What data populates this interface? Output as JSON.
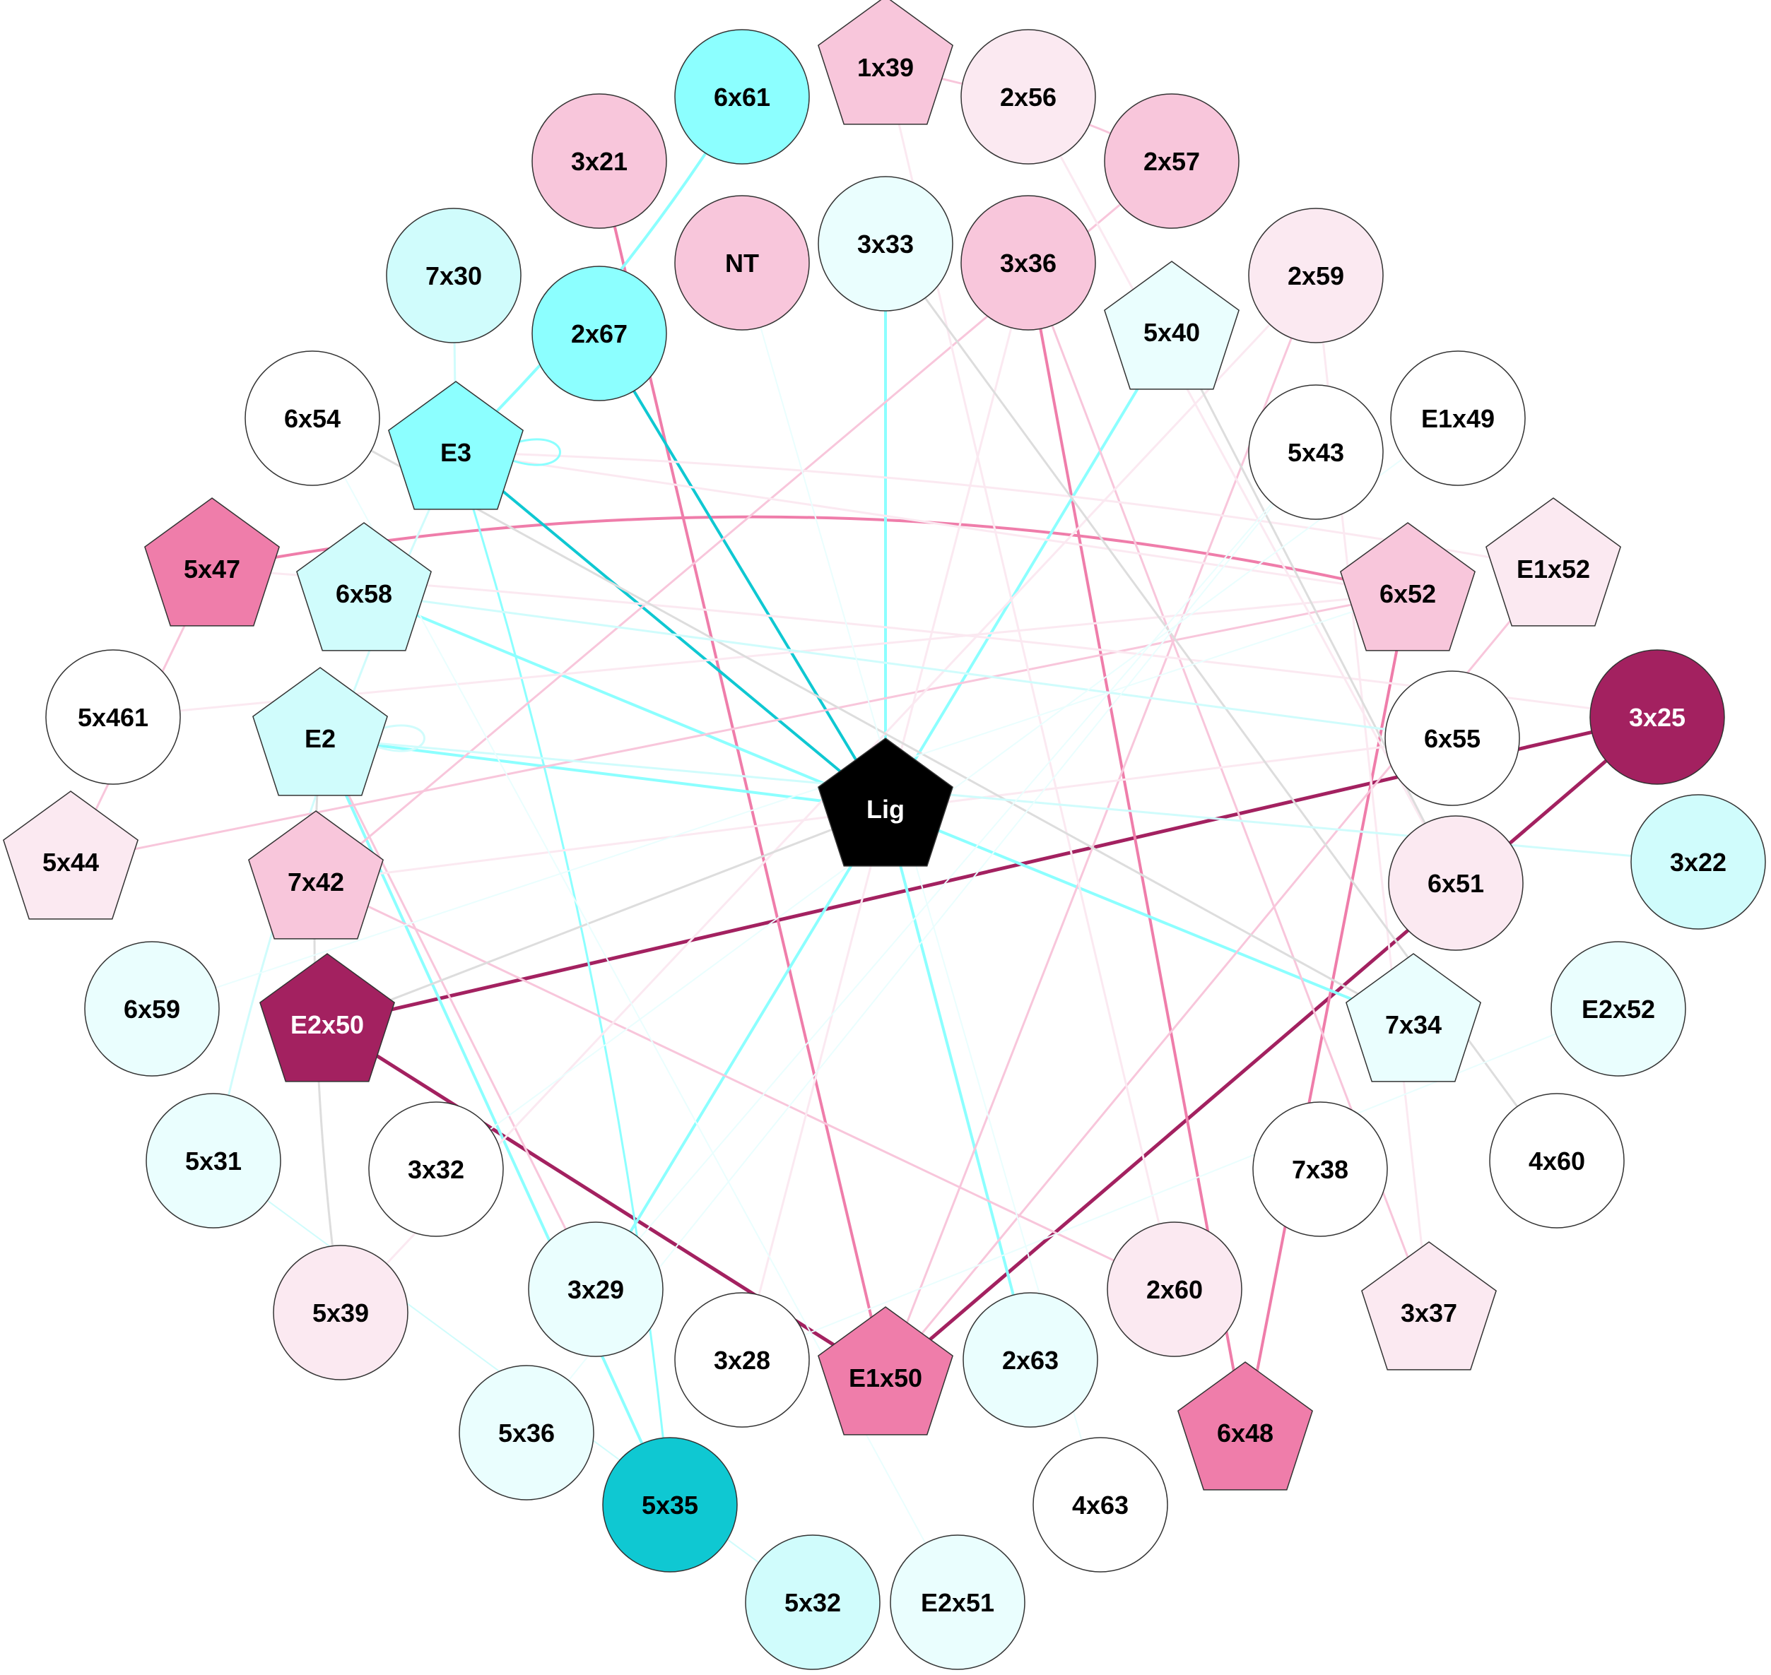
{
  "colors": {
    "white": "#ffffff",
    "cyan_pale": "#eafefe",
    "cyan_light": "#d0fcfc",
    "cyan": "#8cffff",
    "cyan_dark": "#0fc8d2",
    "pink_pale": "#fbe9f1",
    "pink_light": "#f8c6db",
    "pink": "#ef7daa",
    "magenta": "#a32160",
    "black": "#000000",
    "grey_edge": "#dddddd",
    "stroke": "#333333"
  },
  "nodes": [
    {
      "id": "Lig",
      "label": "Lig",
      "shape": "pentagon",
      "fill": "black",
      "text": "white"
    },
    {
      "id": "1x39",
      "label": "1x39",
      "shape": "pentagon",
      "fill": "pink_light"
    },
    {
      "id": "6x61",
      "label": "6x61",
      "shape": "circle",
      "fill": "cyan"
    },
    {
      "id": "2x56",
      "label": "2x56",
      "shape": "circle",
      "fill": "pink_pale"
    },
    {
      "id": "3x21",
      "label": "3x21",
      "shape": "circle",
      "fill": "pink_light"
    },
    {
      "id": "2x57",
      "label": "2x57",
      "shape": "circle",
      "fill": "pink_light"
    },
    {
      "id": "NT",
      "label": "NT",
      "shape": "circle",
      "fill": "pink_light"
    },
    {
      "id": "3x33",
      "label": "3x33",
      "shape": "circle",
      "fill": "cyan_pale"
    },
    {
      "id": "3x36",
      "label": "3x36",
      "shape": "circle",
      "fill": "pink_light"
    },
    {
      "id": "7x30",
      "label": "7x30",
      "shape": "circle",
      "fill": "cyan_light"
    },
    {
      "id": "2x67",
      "label": "2x67",
      "shape": "circle",
      "fill": "cyan"
    },
    {
      "id": "2x59",
      "label": "2x59",
      "shape": "circle",
      "fill": "pink_pale"
    },
    {
      "id": "5x40",
      "label": "5x40",
      "shape": "pentagon",
      "fill": "cyan_pale"
    },
    {
      "id": "6x54",
      "label": "6x54",
      "shape": "circle",
      "fill": "white"
    },
    {
      "id": "E3",
      "label": "E3",
      "shape": "pentagon",
      "fill": "cyan"
    },
    {
      "id": "5x43",
      "label": "5x43",
      "shape": "circle",
      "fill": "white"
    },
    {
      "id": "E1x49",
      "label": "E1x49",
      "shape": "circle",
      "fill": "white"
    },
    {
      "id": "5x47",
      "label": "5x47",
      "shape": "pentagon",
      "fill": "pink"
    },
    {
      "id": "6x58",
      "label": "6x58",
      "shape": "pentagon",
      "fill": "cyan_light"
    },
    {
      "id": "6x52",
      "label": "6x52",
      "shape": "pentagon",
      "fill": "pink_light"
    },
    {
      "id": "E1x52",
      "label": "E1x52",
      "shape": "pentagon",
      "fill": "pink_pale"
    },
    {
      "id": "5x461",
      "label": "5x461",
      "shape": "circle",
      "fill": "white"
    },
    {
      "id": "E2",
      "label": "E2",
      "shape": "pentagon",
      "fill": "cyan_light"
    },
    {
      "id": "6x55",
      "label": "6x55",
      "shape": "circle",
      "fill": "white"
    },
    {
      "id": "3x25",
      "label": "3x25",
      "shape": "circle",
      "fill": "magenta",
      "text": "white"
    },
    {
      "id": "5x44",
      "label": "5x44",
      "shape": "pentagon",
      "fill": "pink_pale"
    },
    {
      "id": "7x42",
      "label": "7x42",
      "shape": "pentagon",
      "fill": "pink_light"
    },
    {
      "id": "6x51",
      "label": "6x51",
      "shape": "circle",
      "fill": "pink_pale"
    },
    {
      "id": "3x22",
      "label": "3x22",
      "shape": "circle",
      "fill": "cyan_light"
    },
    {
      "id": "6x59",
      "label": "6x59",
      "shape": "circle",
      "fill": "cyan_pale"
    },
    {
      "id": "E2x50",
      "label": "E2x50",
      "shape": "pentagon",
      "fill": "magenta",
      "text": "white"
    },
    {
      "id": "E2x52",
      "label": "E2x52",
      "shape": "circle",
      "fill": "cyan_pale"
    },
    {
      "id": "7x34",
      "label": "7x34",
      "shape": "pentagon",
      "fill": "cyan_pale"
    },
    {
      "id": "5x31",
      "label": "5x31",
      "shape": "circle",
      "fill": "cyan_pale"
    },
    {
      "id": "3x32",
      "label": "3x32",
      "shape": "circle",
      "fill": "white"
    },
    {
      "id": "7x38",
      "label": "7x38",
      "shape": "circle",
      "fill": "white"
    },
    {
      "id": "4x60",
      "label": "4x60",
      "shape": "circle",
      "fill": "white"
    },
    {
      "id": "3x29",
      "label": "3x29",
      "shape": "circle",
      "fill": "cyan_pale"
    },
    {
      "id": "2x60",
      "label": "2x60",
      "shape": "circle",
      "fill": "pink_pale"
    },
    {
      "id": "5x39",
      "label": "5x39",
      "shape": "circle",
      "fill": "pink_pale"
    },
    {
      "id": "3x37",
      "label": "3x37",
      "shape": "pentagon",
      "fill": "pink_pale"
    },
    {
      "id": "3x28",
      "label": "3x28",
      "shape": "circle",
      "fill": "white"
    },
    {
      "id": "E1x50",
      "label": "E1x50",
      "shape": "pentagon",
      "fill": "pink"
    },
    {
      "id": "2x63",
      "label": "2x63",
      "shape": "circle",
      "fill": "cyan_pale"
    },
    {
      "id": "5x36",
      "label": "5x36",
      "shape": "circle",
      "fill": "cyan_pale"
    },
    {
      "id": "6x48",
      "label": "6x48",
      "shape": "pentagon",
      "fill": "pink"
    },
    {
      "id": "5x35",
      "label": "5x35",
      "shape": "circle",
      "fill": "cyan_dark"
    },
    {
      "id": "4x63",
      "label": "4x63",
      "shape": "circle",
      "fill": "white"
    },
    {
      "id": "5x32",
      "label": "5x32",
      "shape": "circle",
      "fill": "cyan_light"
    },
    {
      "id": "E2x51",
      "label": "E2x51",
      "shape": "circle",
      "fill": "cyan_pale"
    }
  ],
  "edges": [
    {
      "from": "3x25",
      "to": "E2x50",
      "color": "magenta",
      "weight": 5
    },
    {
      "from": "3x25",
      "to": "E1x50",
      "color": "magenta",
      "weight": 5
    },
    {
      "from": "E2x50",
      "to": "E1x50",
      "color": "magenta",
      "weight": 5
    },
    {
      "from": "5x47",
      "to": "6x52",
      "color": "pink",
      "weight": 4,
      "curve": -180
    },
    {
      "from": "3x21",
      "to": "E1x50",
      "color": "pink",
      "weight": 4
    },
    {
      "from": "3x36",
      "to": "6x48",
      "color": "pink",
      "weight": 4
    },
    {
      "from": "6x52",
      "to": "6x48",
      "color": "pink",
      "weight": 4
    },
    {
      "from": "2x67",
      "to": "Lig",
      "color": "cyan_dark",
      "weight": 4
    },
    {
      "from": "E3",
      "to": "Lig",
      "color": "cyan_dark",
      "weight": 4
    },
    {
      "from": "E3",
      "to": "6x61",
      "color": "cyan",
      "weight": 4,
      "curve": 40
    },
    {
      "from": "3x33",
      "to": "Lig",
      "color": "cyan",
      "weight": 4
    },
    {
      "from": "5x40",
      "to": "Lig",
      "color": "cyan",
      "weight": 4
    },
    {
      "from": "6x58",
      "to": "Lig",
      "color": "cyan",
      "weight": 4
    },
    {
      "from": "E2",
      "to": "Lig",
      "color": "cyan",
      "weight": 4
    },
    {
      "from": "Lig",
      "to": "7x34",
      "color": "cyan",
      "weight": 4
    },
    {
      "from": "Lig",
      "to": "2x63",
      "color": "cyan",
      "weight": 4
    },
    {
      "from": "Lig",
      "to": "3x29",
      "color": "cyan",
      "weight": 4
    },
    {
      "from": "E2",
      "to": "5x35",
      "color": "cyan",
      "weight": 4
    },
    {
      "from": "5x35",
      "to": "E3",
      "color": "cyan",
      "weight": 3,
      "curve": 80
    },
    {
      "from": "7x30",
      "to": "E3",
      "color": "cyan_light",
      "weight": 3
    },
    {
      "from": "E3",
      "to": "5x31",
      "color": "cyan_light",
      "weight": 3,
      "curve": 60
    },
    {
      "from": "1x39",
      "to": "2x57",
      "color": "pink_light",
      "weight": 3,
      "curve": -30
    },
    {
      "from": "2x57",
      "to": "7x42",
      "color": "pink_light",
      "weight": 3
    },
    {
      "from": "5x44",
      "to": "6x52",
      "color": "pink_light",
      "weight": 3
    },
    {
      "from": "5x47",
      "to": "5x44",
      "color": "pink_light",
      "weight": 3
    },
    {
      "from": "E1x52",
      "to": "E1x50",
      "color": "pink_light",
      "weight": 3
    },
    {
      "from": "7x42",
      "to": "2x60",
      "color": "pink_light",
      "weight": 3
    },
    {
      "from": "2x59",
      "to": "E1x50",
      "color": "pink_light",
      "weight": 3
    },
    {
      "from": "3x36",
      "to": "3x37",
      "color": "pink_light",
      "weight": 3
    },
    {
      "from": "E2",
      "to": "3x29",
      "color": "pink_light",
      "weight": 3
    },
    {
      "from": "3x36",
      "to": "3x28",
      "color": "pink_pale",
      "weight": 3
    },
    {
      "from": "5x461",
      "to": "6x52",
      "color": "pink_pale",
      "weight": 3
    },
    {
      "from": "2x59",
      "to": "3x37",
      "color": "pink_pale",
      "weight": 3
    },
    {
      "from": "E3",
      "to": "E1x52",
      "color": "pink_pale",
      "weight": 3,
      "curve": -60
    },
    {
      "from": "1x39",
      "to": "2x60",
      "color": "pink_pale",
      "weight": 3
    },
    {
      "from": "6x52",
      "to": "E3",
      "color": "pink_pale",
      "weight": 3
    },
    {
      "from": "2x56",
      "to": "6x51",
      "color": "pink_pale",
      "weight": 3
    },
    {
      "from": "2x59",
      "to": "5x39",
      "color": "pink_pale",
      "weight": 3
    },
    {
      "from": "6x55",
      "to": "7x42",
      "color": "pink_pale",
      "weight": 3
    },
    {
      "from": "3x25",
      "to": "5x47",
      "color": "pink_pale",
      "weight": 3,
      "curve": 30
    },
    {
      "from": "6x54",
      "to": "7x34",
      "color": "grey_edge",
      "weight": 3
    },
    {
      "from": "3x33",
      "to": "4x60",
      "color": "grey_edge",
      "weight": 3
    },
    {
      "from": "E2x50",
      "to": "Lig",
      "color": "grey_edge",
      "weight": 3
    },
    {
      "from": "E2",
      "to": "5x39",
      "color": "grey_edge",
      "weight": 3,
      "curve": 40
    },
    {
      "from": "5x40",
      "to": "6x51",
      "color": "grey_edge",
      "weight": 3
    },
    {
      "from": "6x58",
      "to": "6x55",
      "color": "cyan_light",
      "weight": 3
    },
    {
      "from": "E2",
      "to": "3x22",
      "color": "cyan_light",
      "weight": 3
    },
    {
      "from": "6x59",
      "to": "6x52",
      "color": "cyan_pale",
      "weight": 2
    },
    {
      "from": "5x31",
      "to": "5x32",
      "color": "cyan_light",
      "weight": 2
    },
    {
      "from": "5x43",
      "to": "3x29",
      "color": "cyan_pale",
      "weight": 2
    },
    {
      "from": "E1x49",
      "to": "3x32",
      "color": "cyan_pale",
      "weight": 2
    },
    {
      "from": "6x54",
      "to": "E2x51",
      "color": "cyan_pale",
      "weight": 2
    },
    {
      "from": "NT",
      "to": "4x63",
      "color": "cyan_pale",
      "weight": 2
    },
    {
      "from": "E2x52",
      "to": "3x28",
      "color": "cyan_pale",
      "weight": 2
    },
    {
      "from": "5x36",
      "to": "5x43",
      "color": "cyan_pale",
      "weight": 2
    },
    {
      "from": "E3",
      "to": "E3",
      "color": "cyan",
      "weight": 3,
      "loop": true
    },
    {
      "from": "E2",
      "to": "E2",
      "color": "cyan_light",
      "weight": 3,
      "loop": true
    }
  ]
}
